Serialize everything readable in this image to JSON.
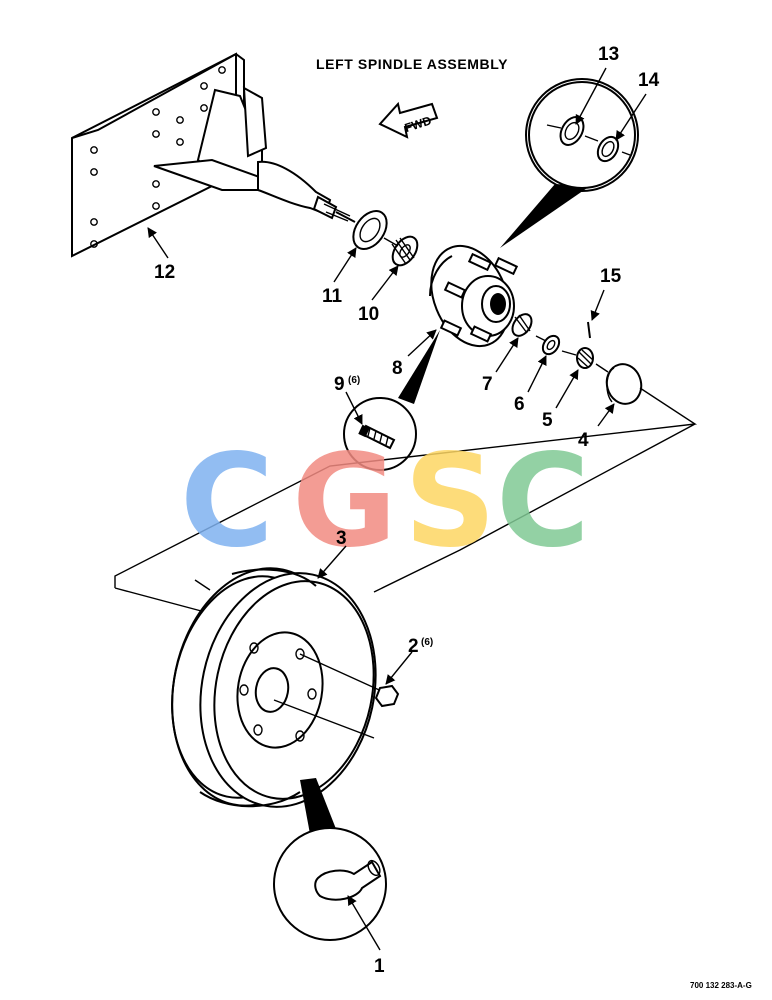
{
  "title": "LEFT SPINDLE ASSEMBLY",
  "direction_arrow": "FWD",
  "figure_id": "700 132 283-A-G",
  "watermark": {
    "letters": [
      "C",
      "G",
      "S",
      "C"
    ],
    "colors": [
      "#7fb2f0",
      "#f28b82",
      "#fdd663",
      "#81c995"
    ]
  },
  "callouts": [
    {
      "id": "c1",
      "number": "1",
      "qty": ""
    },
    {
      "id": "c2",
      "number": "2",
      "qty": "(6)"
    },
    {
      "id": "c3",
      "number": "3",
      "qty": ""
    },
    {
      "id": "c4",
      "number": "4",
      "qty": ""
    },
    {
      "id": "c5",
      "number": "5",
      "qty": ""
    },
    {
      "id": "c6",
      "number": "6",
      "qty": ""
    },
    {
      "id": "c7",
      "number": "7",
      "qty": ""
    },
    {
      "id": "c8",
      "number": "8",
      "qty": ""
    },
    {
      "id": "c9",
      "number": "9",
      "qty": "(6)"
    },
    {
      "id": "c10",
      "number": "10",
      "qty": ""
    },
    {
      "id": "c11",
      "number": "11",
      "qty": ""
    },
    {
      "id": "c12",
      "number": "12",
      "qty": ""
    },
    {
      "id": "c13",
      "number": "13",
      "qty": ""
    },
    {
      "id": "c14",
      "number": "14",
      "qty": ""
    },
    {
      "id": "c15",
      "number": "15",
      "qty": ""
    }
  ]
}
